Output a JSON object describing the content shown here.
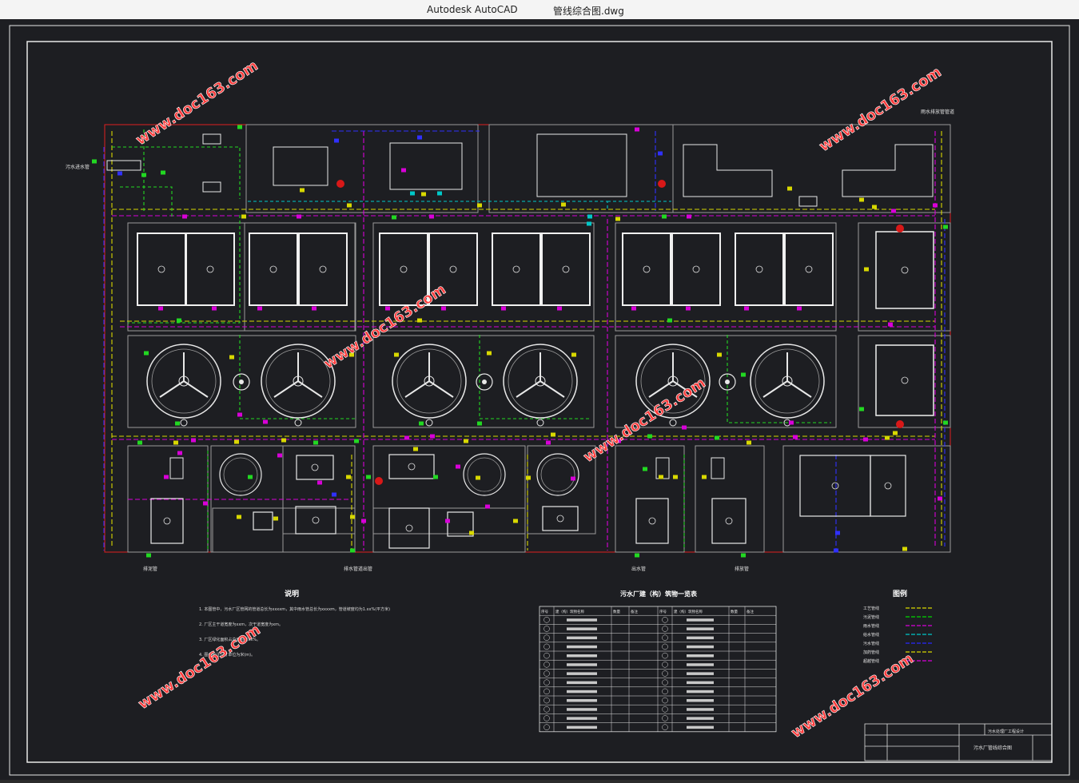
{
  "window": {
    "app_title": "Autodesk AutoCAD",
    "file_name": "管线综合图.dwg"
  },
  "drawing": {
    "notes_title": "说明",
    "notes": [
      "1. 本图管中，污水厂区管网的管道总长为xxxxm，其中雨水管总长为xxxxm，管道坡度均为1.xx%(平方米)",
      "2. 厂区主干道宽度为xxm，次干道宽度为xm。",
      "3. 厂区绿化面积占总面积的xx%。",
      "4. 图中标注尺寸单位为米(m)。"
    ],
    "table_title": "污水厂建（构）筑物一览表",
    "table_header": [
      "序号",
      "建（构）筑物名称",
      "数量",
      "备注",
      "序号",
      "建（构）筑物名称",
      "数量",
      "备注"
    ],
    "legend_title": "图例",
    "legend_items": [
      {
        "label": "工艺管线",
        "color": "#d8d800"
      },
      {
        "label": "污泥管线",
        "color": "#00d800"
      },
      {
        "label": "雨水管线",
        "color": "#d800d8"
      },
      {
        "label": "给水管线",
        "color": "#00c8c8"
      },
      {
        "label": "污水管线",
        "color": "#2828ff"
      },
      {
        "label": "加药管线",
        "color": "#d8d800"
      },
      {
        "label": "超越管线",
        "color": "#d800d8"
      }
    ],
    "inlet_label": "污水进水管",
    "outlet_labels": [
      "排泥管",
      "排水管道出管",
      "出水管",
      "排放管"
    ],
    "top_right_label": "雨水排放管管道",
    "watermark": "www.doc163.com",
    "title_block": {
      "project": "污水处理厂工程设计",
      "drawing_name": "污水厂管线综合图"
    }
  }
}
